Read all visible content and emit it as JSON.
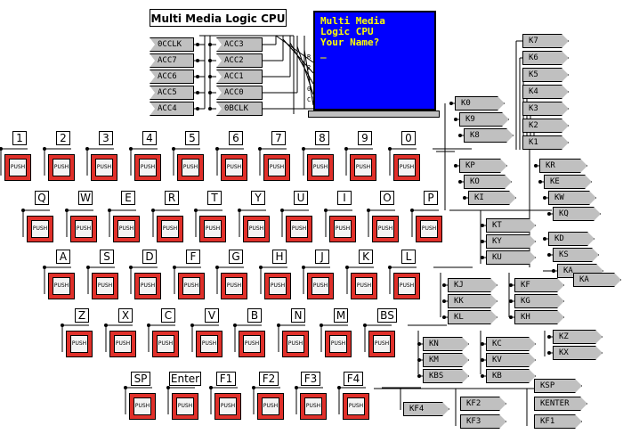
{
  "title": "Multi Media Logic CPU",
  "screen": {
    "lines": [
      "Multi Media",
      "Logic CPU",
      "Your Name?",
      "_"
    ]
  },
  "push_label": "PUSH",
  "cpu_inputs": [
    "0CCLK",
    "ACC7",
    "ACC6",
    "ACC5",
    "ACC4"
  ],
  "cpu_outputs": [
    "ACC3",
    "ACC2",
    "ACC1",
    "ACC0",
    "0BCLK"
  ],
  "port_marks": [
    "R",
    "2",
    "1",
    "0",
    "Cl"
  ],
  "rows": [
    [
      "1",
      "2",
      "3",
      "4",
      "5",
      "6",
      "7",
      "8",
      "9",
      "0"
    ],
    [
      "Q",
      "W",
      "E",
      "R",
      "T",
      "Y",
      "U",
      "I",
      "O",
      "P"
    ],
    [
      "A",
      "S",
      "D",
      "F",
      "G",
      "H",
      "J",
      "K",
      "L"
    ],
    [
      "Z",
      "X",
      "C",
      "V",
      "B",
      "N",
      "M",
      "BS"
    ],
    [
      "SP",
      "Enter",
      "F1",
      "F2",
      "F3",
      "F4"
    ]
  ],
  "pins": {
    "group1": [
      "K0",
      "K9",
      "K8"
    ],
    "group_k": [
      "K7",
      "K6",
      "K5",
      "K4",
      "K3",
      "K2",
      "K1"
    ],
    "group2": [
      "KP",
      "KO",
      "KI"
    ],
    "group3": [
      "KR",
      "KE",
      "KW",
      "KQ"
    ],
    "group4": [
      "KT",
      "KY",
      "KU"
    ],
    "group5": [
      "KD",
      "KS",
      "KA"
    ],
    "group6": [
      "KJ",
      "KK",
      "KL"
    ],
    "group7": [
      "KF",
      "KG",
      "KH"
    ],
    "group8": [
      "KN",
      "KM",
      "KBS"
    ],
    "group9": [
      "KC",
      "KV",
      "KB"
    ],
    "group10": [
      "KZ",
      "KX"
    ],
    "group11": [
      "KF4",
      "KF2",
      "KF3"
    ],
    "group12": [
      "KSP",
      "KENTER",
      "KF1"
    ]
  }
}
